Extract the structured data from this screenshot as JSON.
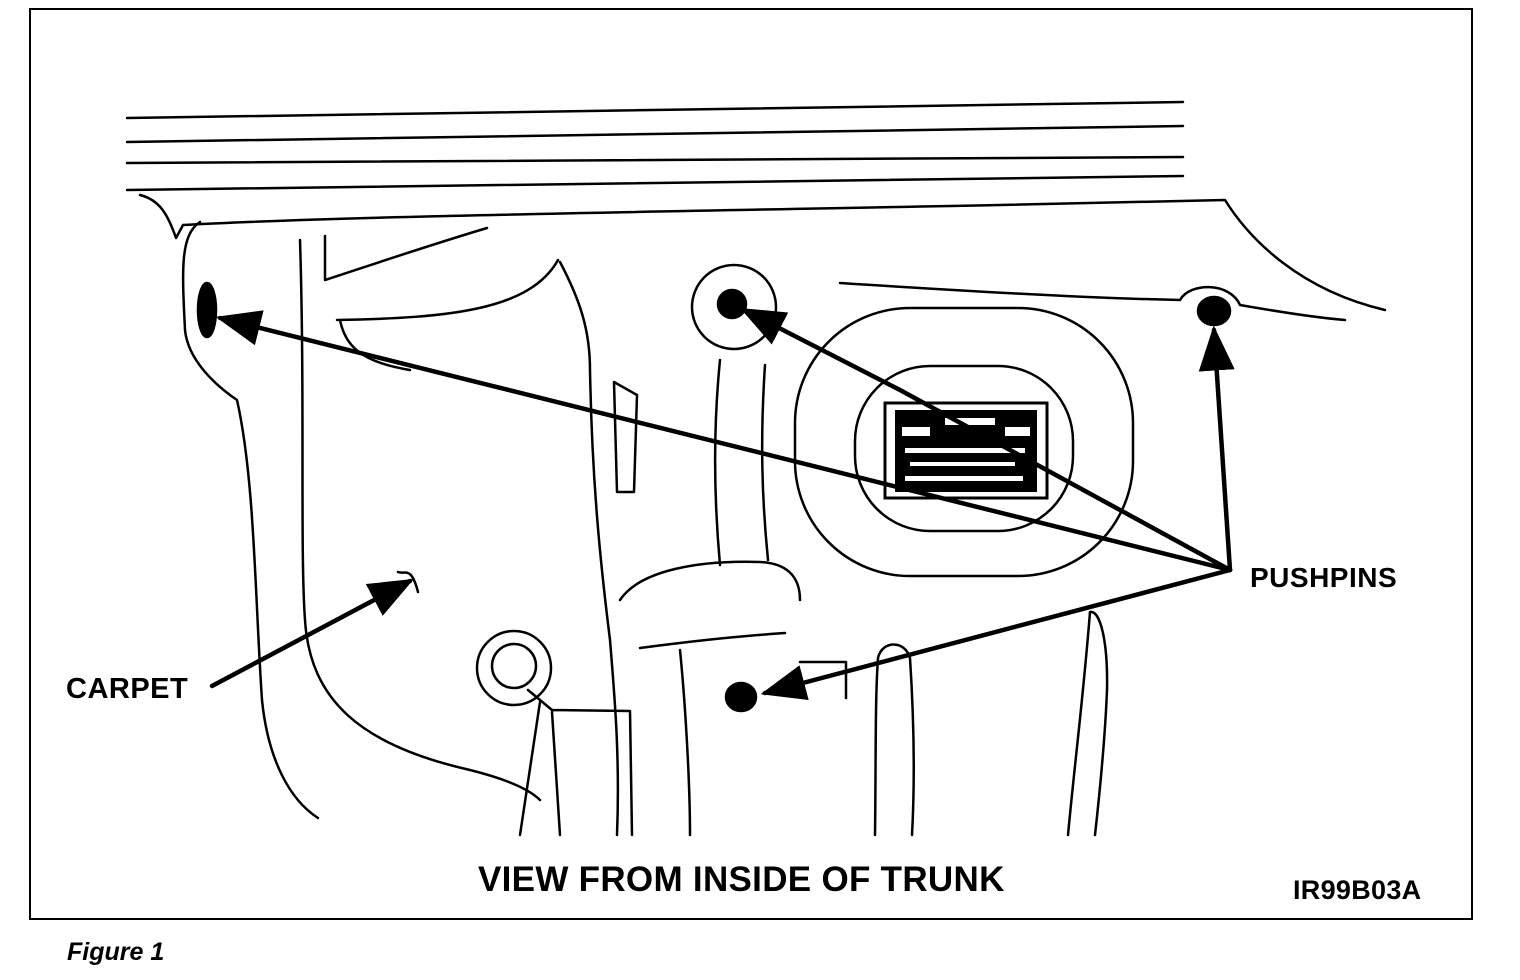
{
  "labels": {
    "carpet": "CARPET",
    "pushpins": "PUSHPINS",
    "view": "VIEW FROM INSIDE OF TRUNK",
    "code": "IR99B03A"
  },
  "caption": "Figure 1",
  "colors": {
    "ink": "#000000",
    "paper": "#ffffff"
  }
}
